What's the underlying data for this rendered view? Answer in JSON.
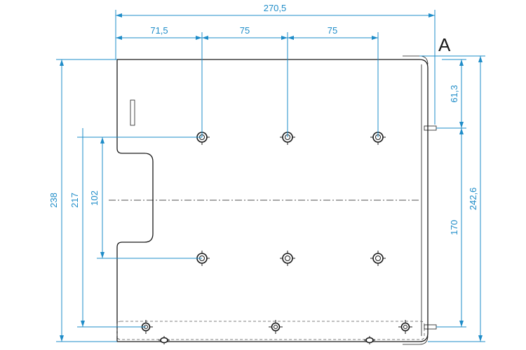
{
  "drawing": {
    "view_label": "A",
    "colors": {
      "dimension": "#1e8cc8",
      "outline": "#1a1a1a"
    },
    "dimensions": {
      "overall_width": "270,5",
      "first_hole_offset": "71,5",
      "hole_pitch_1": "75",
      "hole_pitch_2": "75",
      "overall_height": "238",
      "bottom_hole_height": "217",
      "cutout_height": "102",
      "flange_total_height": "242,6",
      "flange_top_offset": "61,3",
      "flange_pitch": "170"
    }
  }
}
